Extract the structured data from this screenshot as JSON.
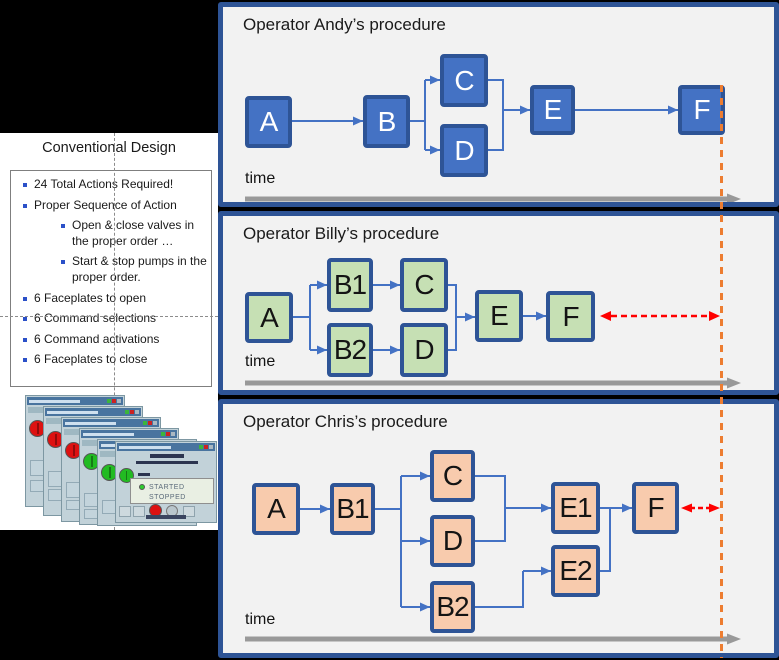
{
  "left_panel": {
    "title": "Conventional Design",
    "bullets": [
      {
        "level": 1,
        "text": "24 Total Actions Required!"
      },
      {
        "level": 1,
        "text": "Proper Sequence of Action"
      },
      {
        "level": 2,
        "text": "Open & close valves in the proper order …"
      },
      {
        "level": 2,
        "text": "Start & stop pumps in the proper order."
      },
      {
        "level": 1,
        "text": "6 Faceplates to open"
      },
      {
        "level": 1,
        "text": "6 Command selections"
      },
      {
        "level": 1,
        "text": "6 Command activations"
      },
      {
        "level": 1,
        "text": "6 Faceplates to close"
      }
    ],
    "faceplates": {
      "count": 6,
      "indicator_colors": [
        "red",
        "red",
        "red",
        "green",
        "green",
        "green"
      ],
      "front_labels": {
        "started": "STARTED",
        "stopped": "STOPPED"
      }
    }
  },
  "panels": [
    {
      "operator": "Andy",
      "title": "Operator Andy’s procedure",
      "time_label": "time",
      "nodes": [
        {
          "label": "A"
        },
        {
          "label": "B"
        },
        {
          "label": "C"
        },
        {
          "label": "D"
        },
        {
          "label": "E"
        },
        {
          "label": "F"
        }
      ]
    },
    {
      "operator": "Billy",
      "title": "Operator Billy’s procedure",
      "time_label": "time",
      "nodes": [
        {
          "label": "A"
        },
        {
          "label": "B1"
        },
        {
          "label": "B2"
        },
        {
          "label": "C"
        },
        {
          "label": "D"
        },
        {
          "label": "E"
        },
        {
          "label": "F"
        }
      ]
    },
    {
      "operator": "Chris",
      "title": "Operator Chris’s procedure",
      "time_label": "time",
      "nodes": [
        {
          "label": "A"
        },
        {
          "label": "B1"
        },
        {
          "label": "C"
        },
        {
          "label": "D"
        },
        {
          "label": "B2"
        },
        {
          "label": "E1"
        },
        {
          "label": "E2"
        },
        {
          "label": "F"
        }
      ]
    }
  ],
  "colors": {
    "panel_border": "#2E5496",
    "panel_background": "#F2F2F2",
    "connector_blue": "#4472C4",
    "andy_box_fill": "#4472C4",
    "andy_box_text": "#FFFFFF",
    "billy_box_fill": "#C6E0B4",
    "chris_box_fill": "#F8CBAD",
    "time_arrow_gray": "#999999",
    "deadline_orange": "#ED7D31",
    "delta_red": "#FF0000",
    "faceplate_red": "#DD1111",
    "faceplate_green": "#22BB22",
    "bullet_blue": "#2B50C8"
  }
}
